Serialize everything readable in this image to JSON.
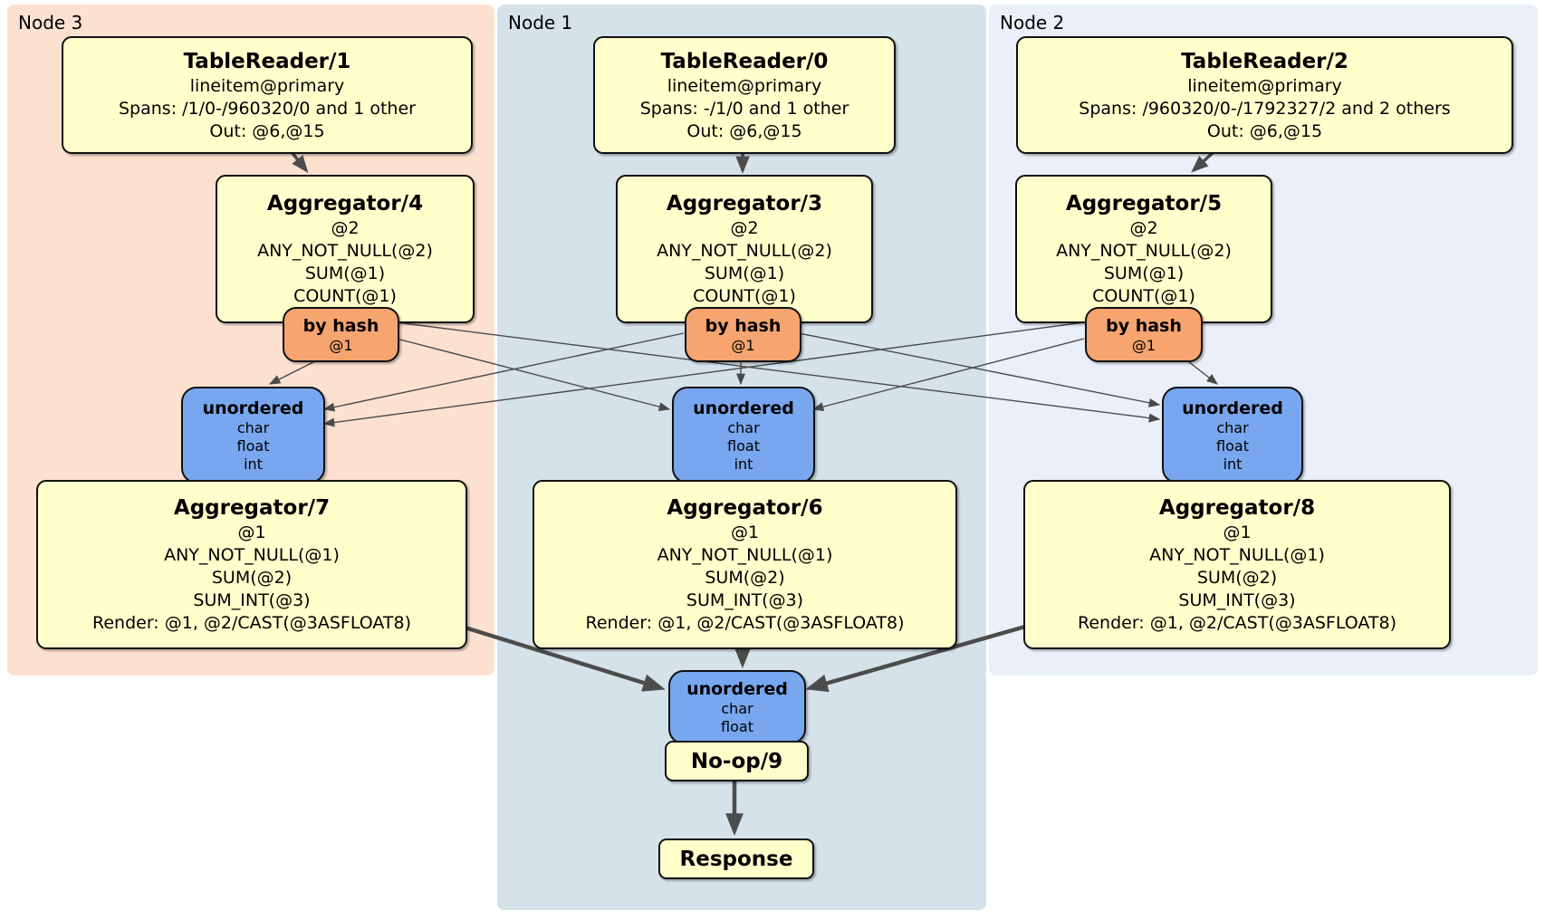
{
  "regions": [
    {
      "label": "Node 3",
      "table_reader": {
        "title": "TableReader/1",
        "lines": [
          "lineitem@primary",
          "Spans: /1/0-/960320/0 and 1 other",
          "Out: @6,@15"
        ]
      },
      "aggregator": {
        "title": "Aggregator/4",
        "lines": [
          "@2",
          "ANY_NOT_NULL(@2)",
          "SUM(@1)",
          "COUNT(@1)"
        ]
      },
      "router": {
        "title": "by hash",
        "sub": "@1"
      },
      "sync": {
        "title": "unordered",
        "lines": [
          "char",
          "float",
          "int"
        ]
      },
      "final_aggregator": {
        "title": "Aggregator/7",
        "lines": [
          "@1",
          "ANY_NOT_NULL(@1)",
          "SUM(@2)",
          "SUM_INT(@3)",
          "Render: @1, @2/CAST(@3ASFLOAT8)"
        ]
      }
    },
    {
      "label": "Node 1",
      "table_reader": {
        "title": "TableReader/0",
        "lines": [
          "lineitem@primary",
          "Spans: -/1/0 and 1 other",
          "Out: @6,@15"
        ]
      },
      "aggregator": {
        "title": "Aggregator/3",
        "lines": [
          "@2",
          "ANY_NOT_NULL(@2)",
          "SUM(@1)",
          "COUNT(@1)"
        ]
      },
      "router": {
        "title": "by hash",
        "sub": "@1"
      },
      "sync": {
        "title": "unordered",
        "lines": [
          "char",
          "float",
          "int"
        ]
      },
      "final_aggregator": {
        "title": "Aggregator/6",
        "lines": [
          "@1",
          "ANY_NOT_NULL(@1)",
          "SUM(@2)",
          "SUM_INT(@3)",
          "Render: @1, @2/CAST(@3ASFLOAT8)"
        ]
      }
    },
    {
      "label": "Node 2",
      "table_reader": {
        "title": "TableReader/2",
        "lines": [
          "lineitem@primary",
          "Spans: /960320/0-/1792327/2 and 2 others",
          "Out: @6,@15"
        ]
      },
      "aggregator": {
        "title": "Aggregator/5",
        "lines": [
          "@2",
          "ANY_NOT_NULL(@2)",
          "SUM(@1)",
          "COUNT(@1)"
        ]
      },
      "router": {
        "title": "by hash",
        "sub": "@1"
      },
      "sync": {
        "title": "unordered",
        "lines": [
          "char",
          "float",
          "int"
        ]
      },
      "final_aggregator": {
        "title": "Aggregator/8",
        "lines": [
          "@1",
          "ANY_NOT_NULL(@1)",
          "SUM(@2)",
          "SUM_INT(@3)",
          "Render: @1, @2/CAST(@3ASFLOAT8)"
        ]
      }
    }
  ],
  "final": {
    "sync": {
      "title": "unordered",
      "lines": [
        "char",
        "float"
      ]
    },
    "noop_label": "No-op/9",
    "response_label": "Response"
  },
  "colors": {
    "yellow": "#ffffcc",
    "orange": "#f6a470",
    "blue": "#78a7ef",
    "node3-bg": "#fce1d1",
    "node1-bg": "#d5e2ea",
    "node2-bg": "#eaeff9",
    "edge": "#4a4a4a"
  }
}
